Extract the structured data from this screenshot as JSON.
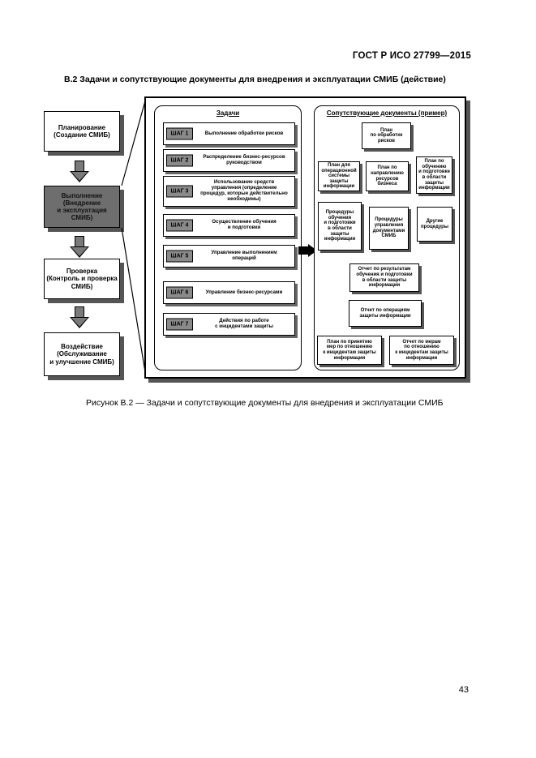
{
  "header": {
    "standard": "ГОСТ Р ИСО 27799—2015"
  },
  "section_title": "В.2  Задачи и сопутствующие документы для внедрения и эксплуатации СМИБ (действие)",
  "phases": [
    {
      "label": "Планирование\n(Создание СМИБ)"
    },
    {
      "label": "Выполнение\n(Внедрение\nи эксплуатация СМИБ)"
    },
    {
      "label": "Проверка\n(Контроль и проверка\nСМИБ)"
    },
    {
      "label": "Воздействие\n(Обслуживание\nи улучшение СМИБ)"
    }
  ],
  "tasks_panel": {
    "title": "Задачи",
    "steps": [
      {
        "step": "ШАГ 1",
        "text": "Выполнение обработки рисков"
      },
      {
        "step": "ШАГ 2",
        "text": "Распределение бизнес-ресурсов\nруководством"
      },
      {
        "step": "ШАГ 3",
        "text": "Использование средств\nуправления (определение\nпроцедур, которые действительно\nнеобходимы)"
      },
      {
        "step": "ШАГ 4",
        "text": "Осуществление обучения\nи подготовки"
      },
      {
        "step": "ШАГ 5",
        "text": "Управление выполнением\nопераций"
      },
      {
        "step": "ШАГ 6",
        "text": "Управление бизнес-ресурсами"
      },
      {
        "step": "ШАГ 7",
        "text": "Действия по работе\nс инцидентами защиты"
      }
    ]
  },
  "docs_panel": {
    "title": "Сопутствующие документы (пример)",
    "docs": [
      {
        "text": "План\nпо обработке\nрисков"
      },
      {
        "text": "План для\nоперационной\nсистемы защиты\nинформации"
      },
      {
        "text": "План по\nнаправлению\nресурсов\nбизнеса"
      },
      {
        "text": "План по\nобучению\nи подготовке\nв области\nзащиты\nинформации"
      },
      {
        "text": "Процедуры\nобучения\nи подготовки\nв области\nзащиты\nинформации"
      },
      {
        "text": "Процедуры\nуправления\nдокументами\nСМИБ"
      },
      {
        "text": "Другие\nпроцедуры"
      },
      {
        "text": "Отчет по результатам\nобучения и подготовки\nв области защиты\nинформации"
      },
      {
        "text": "Отчет по операциям\nзащиты информации"
      },
      {
        "text": "План по принятию\nмер по отношению\nк инцидентам защиты\nинформации"
      },
      {
        "text": "Отчет по мерам\nпо отношению\nк инцидентам защиты\nинформации"
      }
    ]
  },
  "caption": "Рисунок В.2 — Задачи и сопутствующие документы для внедрения и эксплуатации СМИБ",
  "page_number": "43"
}
